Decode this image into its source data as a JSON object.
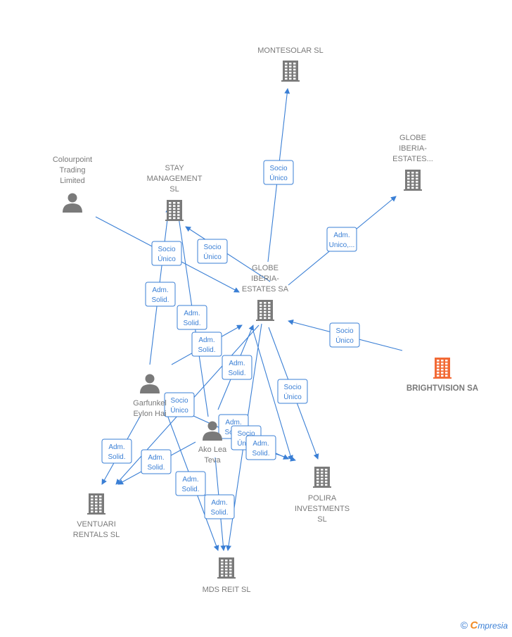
{
  "colors": {
    "edge": "#3a7fd5",
    "node": "#7a7a7a",
    "highlight": "#f26a35"
  },
  "nodes": [
    {
      "id": "montesolar",
      "type": "company",
      "label": [
        "MONTESOLAR SL"
      ],
      "icon": "building-icon"
    },
    {
      "id": "globe2",
      "type": "company",
      "label": [
        "GLOBE",
        "IBERIA-",
        "ESTATES..."
      ],
      "icon": "building-icon"
    },
    {
      "id": "colourpoint",
      "type": "person",
      "label": [
        "Colourpoint",
        "Trading",
        "Limited"
      ],
      "icon": "person-icon"
    },
    {
      "id": "stay",
      "type": "company",
      "label": [
        "STAY",
        "MANAGEMENT",
        "SL"
      ],
      "icon": "building-icon"
    },
    {
      "id": "globe",
      "type": "company",
      "label": [
        "GLOBE",
        "IBERIA-",
        "ESTATES SA"
      ],
      "icon": "building-icon"
    },
    {
      "id": "brightvision",
      "type": "company",
      "label": [
        "BRIGHTVISION SA"
      ],
      "icon": "building-icon",
      "highlight": true
    },
    {
      "id": "garfunkel",
      "type": "person",
      "label": [
        "Garfunkel",
        "Eylon Hai"
      ],
      "icon": "person-icon"
    },
    {
      "id": "ako",
      "type": "person",
      "label": [
        "Ako Lea",
        "Teva"
      ],
      "icon": "person-icon"
    },
    {
      "id": "polira",
      "type": "company",
      "label": [
        "POLIRA",
        "INVESTMENTS",
        "SL"
      ],
      "icon": "building-icon"
    },
    {
      "id": "ventuari",
      "type": "company",
      "label": [
        "VENTUARI",
        "RENTALS SL"
      ],
      "icon": "building-icon"
    },
    {
      "id": "mds",
      "type": "company",
      "label": [
        "MDS REIT  SL"
      ],
      "icon": "building-icon"
    }
  ],
  "edges": [
    {
      "from": "globe",
      "to": "montesolar",
      "label": [
        "Socio",
        "Único"
      ]
    },
    {
      "from": "globe",
      "to": "globe2",
      "label": [
        "Adm.",
        "Unico,..."
      ]
    },
    {
      "from": "colourpoint",
      "to": "globe",
      "label": [
        "Socio",
        "Único"
      ]
    },
    {
      "from": "globe",
      "to": "stay",
      "label": [
        "Socio",
        "Único"
      ]
    },
    {
      "from": "brightvision",
      "to": "globe",
      "label": [
        "Socio",
        "Único"
      ]
    },
    {
      "from": "globe",
      "to": "polira",
      "label": [
        "Socio",
        "Único"
      ]
    },
    {
      "from": "garfunkel",
      "to": "stay",
      "label": [
        "Adm.",
        "Solid."
      ]
    },
    {
      "from": "ako",
      "to": "stay",
      "label": [
        "Adm.",
        "Solid."
      ]
    },
    {
      "from": "garfunkel",
      "to": "globe",
      "label": [
        "Adm.",
        "Solid."
      ]
    },
    {
      "from": "ako",
      "to": "globe",
      "label": [
        "Adm.",
        "Solid."
      ]
    },
    {
      "from": "globe",
      "to": "ventuari",
      "label": [
        "Socio",
        "Único"
      ]
    },
    {
      "from": "garfunkel",
      "to": "ventuari",
      "label": [
        "Adm.",
        "Solid."
      ]
    },
    {
      "from": "ako",
      "to": "ventuari",
      "label": [
        "Adm.",
        "Solid."
      ]
    },
    {
      "from": "garfunkel",
      "to": "polira",
      "label": [
        "Adm.",
        "Solid."
      ]
    },
    {
      "from": "globe",
      "to": "polira",
      "label": [
        "Socio",
        "Único"
      ]
    },
    {
      "from": "ako",
      "to": "polira",
      "label": [
        "Adm.",
        "Solid."
      ]
    },
    {
      "from": "garfunkel",
      "to": "mds",
      "label": [
        "Adm.",
        "Solid."
      ]
    },
    {
      "from": "ako",
      "to": "mds",
      "label": [
        "Adm.",
        "Solid."
      ]
    },
    {
      "from": "globe",
      "to": "mds",
      "label": []
    }
  ],
  "brand": {
    "copyright": "©",
    "e": "C",
    "rest": "mpresia"
  }
}
